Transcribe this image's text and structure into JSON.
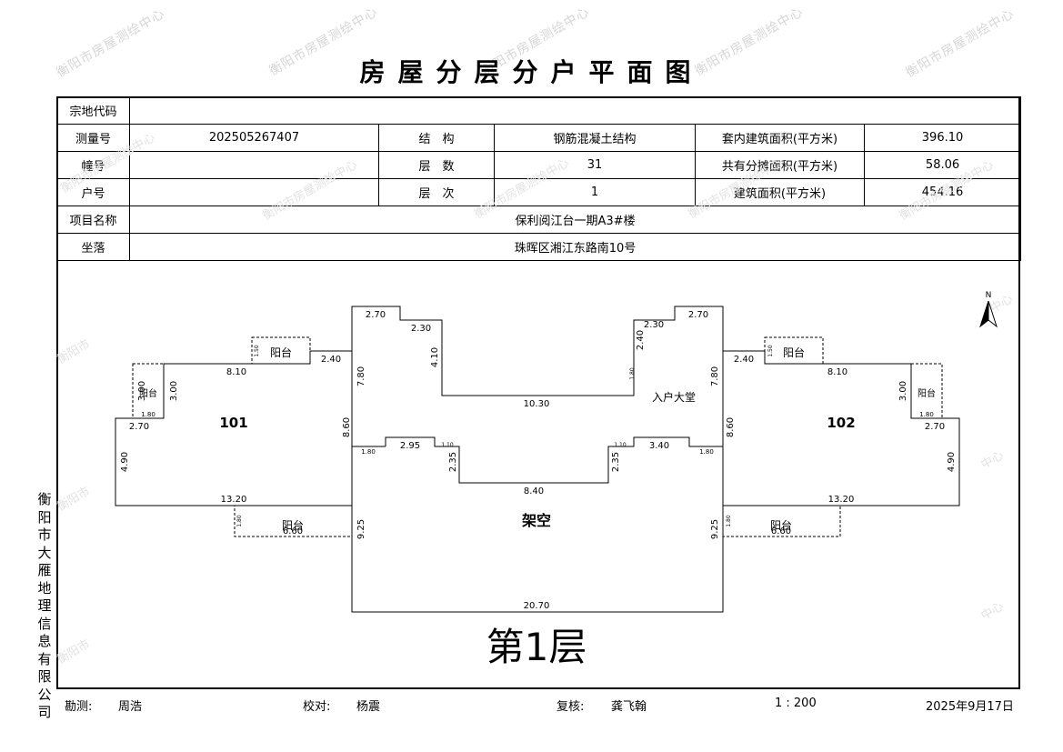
{
  "title": "房屋分层分户平面图",
  "watermark": "衡阳市房屋测绘中心",
  "watermark_fragments": {
    "tail": "中心",
    "head": "衡阳市"
  },
  "info": {
    "parcel_code_label": "宗地代码",
    "parcel_code": "",
    "survey_no_label": "测量号",
    "survey_no": "202505267407",
    "structure_label": "结　构",
    "structure": "钢筋混凝土结构",
    "inner_area_label": "套内建筑面积(平方米)",
    "inner_area": "396.10",
    "building_no_label": "幢号",
    "building_no": "",
    "floors_label": "层　数",
    "floors": "31",
    "shared_area_label": "共有分摊面积(平方米)",
    "shared_area": "58.06",
    "unit_no_label": "户号",
    "unit_no": "",
    "floor_no_label": "层　次",
    "floor_no": "1",
    "building_area_label": "建筑面积(平方米)",
    "building_area": "454.16",
    "project_label": "项目名称",
    "project": "保利阅江台一期A3#楼",
    "location_label": "坐落",
    "location": "珠晖区湘江东路南10号"
  },
  "plan": {
    "unit_101": "101",
    "unit_102": "102",
    "lobby": "入户大堂",
    "open_space": "架空",
    "balcony": "阳台",
    "floor_label": "第1层",
    "north": "N",
    "dims": {
      "top_left_27": "2.70",
      "top_left_23": "2.30",
      "left_41": "4.10",
      "top_right_27": "2.70",
      "top_right_23": "2.30",
      "right_24": "2.40",
      "right_180": "1.80",
      "notch_1030": "10.30",
      "left_81": "8.10",
      "left_24": "2.40",
      "left_150": "1.50",
      "left_300": "3.00",
      "left_balc_300": "3.00",
      "left_180": "1.80",
      "left_270": "2.70",
      "left_490": "4.90",
      "left_1320": "13.20",
      "left_660": "6.60",
      "left_bal_180": "1.80",
      "left_780": "7.80",
      "left_860": "8.60",
      "left_925": "9.25",
      "right_810": "8.10",
      "right_240": "2.40",
      "right_150": "1.50",
      "right_300": "3.00",
      "right_180b": "1.80",
      "right_270": "2.70",
      "right_490": "4.90",
      "right_1320": "13.20",
      "right_660": "6.60",
      "right_bal_180": "1.80",
      "right_780": "7.80",
      "right_860": "8.60",
      "right_925": "9.25",
      "mid_180_l": "1.80",
      "mid_295": "2.95",
      "mid_110_l": "1.10",
      "mid_235_l": "2.35",
      "mid_840": "8.40",
      "mid_235_r": "2.35",
      "mid_110_r": "1.10",
      "mid_340": "3.40",
      "mid_180_r": "1.80",
      "bottom_2070": "20.70"
    }
  },
  "side_company": "衡阳市大雁地理信息有限公司",
  "footer": {
    "surveyor_label": "勘测:",
    "surveyor": "周浩",
    "checker_label": "校对:",
    "checker": "杨震",
    "reviewer_label": "复核:",
    "reviewer": "龚飞翰",
    "scale": "1 : 200",
    "date": "2025年9月17日"
  }
}
